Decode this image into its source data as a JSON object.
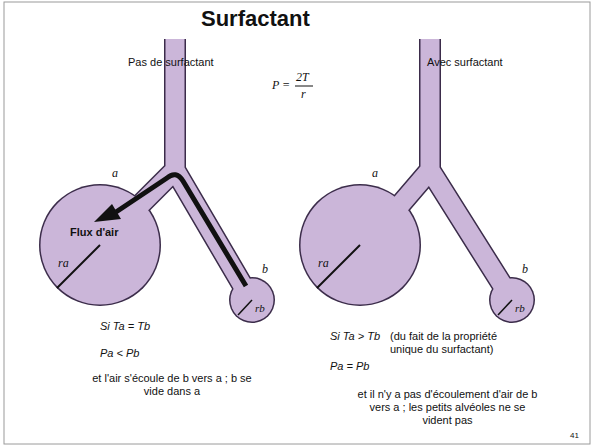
{
  "diagram": {
    "title": "Surfactant",
    "labels": [
      "Pas de surfactant",
      "Avec surfactant",
      "P =",
      "2T",
      "r",
      "a",
      "b",
      "Flux d'air",
      "ra",
      "rb",
      "Si Ta = Tb",
      "Pa < Pb",
      "et l'air s'écoule de b vers a ; b se vide dans a",
      "a",
      "b",
      "ra",
      "rb",
      "Si Ta > Tb",
      "(du fait de la propriété unique du surfactant)",
      "Pa = Pb",
      "et il n'y a pas d'écoulement d'air de b vers a ; les petits alvéoles ne se vident pas",
      "41"
    ]
  }
}
